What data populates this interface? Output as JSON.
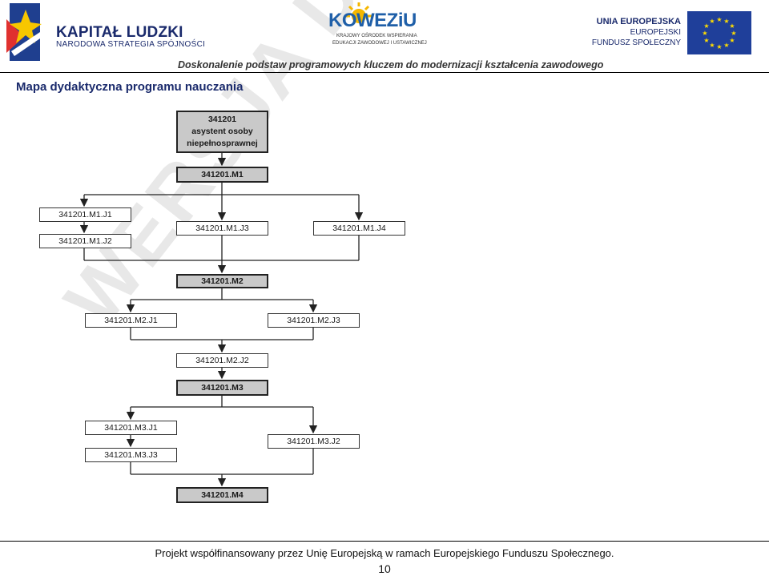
{
  "header": {
    "kapital_title": "KAPITAŁ LUDZKI",
    "kapital_subtitle": "NARODOWA STRATEGIA SPÓJNOŚCI",
    "koweziu_word": "KOWEZiU",
    "koweziu_line1": "KRAJOWY OŚRODEK WSPIERANIA",
    "koweziu_line2": "EDUKACJI ZAWODOWEJ I USTAWICZNEJ",
    "eu_line1": "UNIA EUROPEJSKA",
    "eu_line2": "EUROPEJSKI",
    "eu_line3": "FUNDUSZ SPOŁECZNY",
    "subtitle": "Doskonalenie podstaw programowych kluczem do modernizacji kształcenia zawodowego"
  },
  "heading": "Mapa dydaktyczna programu nauczania",
  "watermark": "WERSJA DO RECENZJI",
  "diagram": {
    "top_code": "341201",
    "top_line2": "asystent osoby",
    "top_line3": "niepełnosprawnej",
    "m1": "341201.M1",
    "m1j1": "341201.M1.J1",
    "m1j2": "341201.M1.J2",
    "m1j3": "341201.M1.J3",
    "m1j4": "341201.M1.J4",
    "m2": "341201.M2",
    "m2j1": "341201.M2.J1",
    "m2j3": "341201.M2.J3",
    "m2j2": "341201.M2.J2",
    "m3": "341201.M3",
    "m3j1": "341201.M3.J1",
    "m3j3": "341201.M3.J3",
    "m3j2": "341201.M3.J2",
    "m4": "341201.M4"
  },
  "footer": {
    "text": "Projekt współfinansowany przez Unię Europejską w ramach Europejskiego Funduszu Społecznego.",
    "page_number": "10"
  }
}
